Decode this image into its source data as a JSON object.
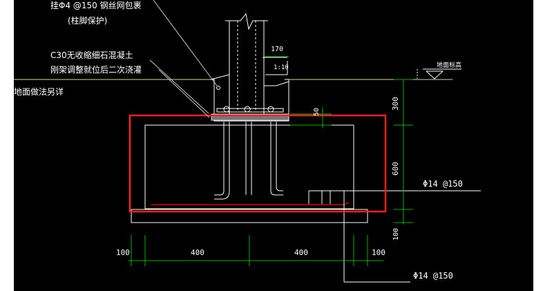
{
  "canvas": {
    "background": "#000000",
    "frame": "#ffffff"
  },
  "colors": {
    "line_white": "#ffffff",
    "dim_green": "#00b400",
    "ground_yellow": "#d8d8a0",
    "rebar_red": "#ff0000",
    "highlight_red": "#ff2020",
    "leader_grey": "#c8c8c8"
  },
  "notes": {
    "mesh_wrap_line1": "挂Φ4 @150 钢丝网包裹",
    "mesh_wrap_line2": "(柱脚保护)",
    "grout_line1": "C30无收缩细石混凝土",
    "grout_line2": "刚架调整就位后二次浇灌",
    "floor_note": "地面做法另详",
    "ground_level": "地面标高"
  },
  "dimensions": {
    "d170": "170",
    "slope": "1:10",
    "d50": "50",
    "d300": "300",
    "d600": "600",
    "d100_vertical": "100",
    "d100_left": "100",
    "d400_left": "400",
    "d400_right": "400",
    "d100_right": "100"
  },
  "rebar_labels": {
    "upper": "Φ14 @150",
    "lower": "Φ14 @150"
  }
}
